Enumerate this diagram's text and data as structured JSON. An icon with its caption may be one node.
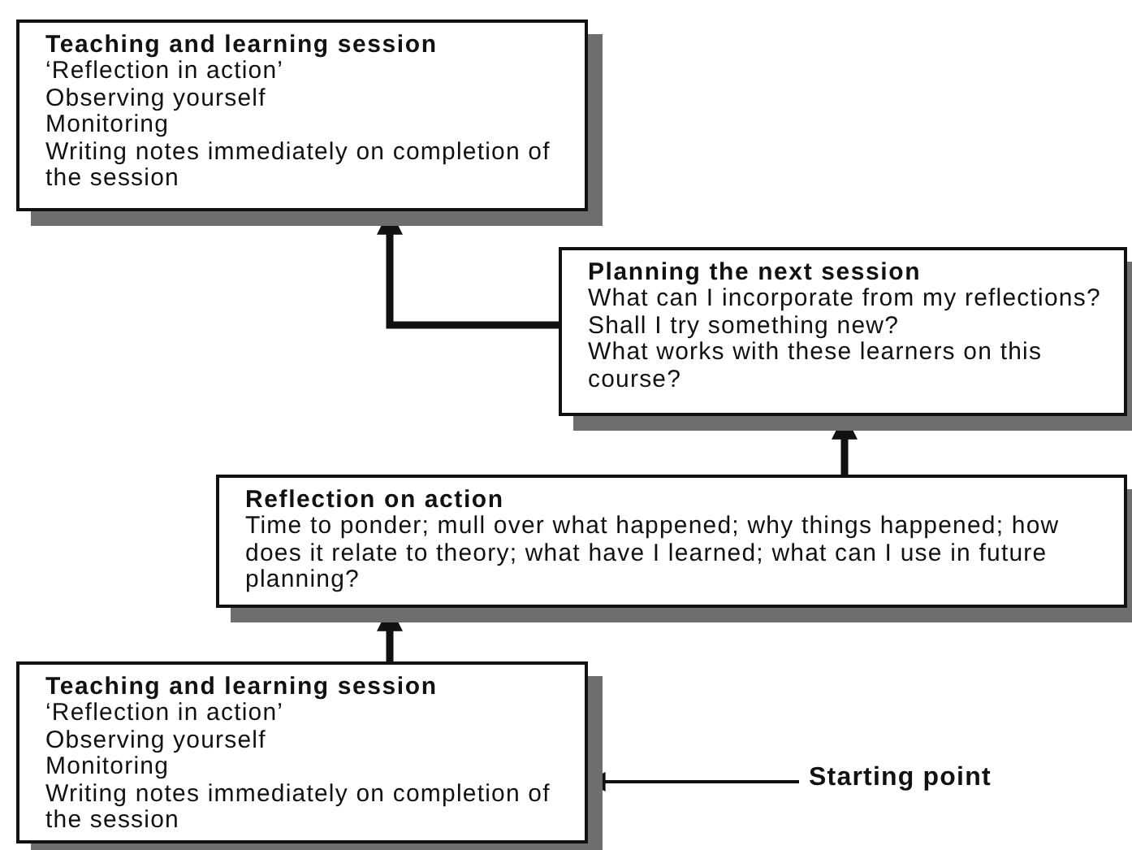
{
  "diagram": {
    "nodes": [
      {
        "text": [
          "Teaching and learning session",
          "‘Reflection in action’",
          "Observing yourself",
          "Monitoring",
          "Writing notes immediately on completion of the session"
        ]
      },
      {
        "text": [
          "Planning the next session",
          "What can I incorporate from my reflections?",
          "Shall I try something new?",
          "What works with these learners on this course?"
        ]
      },
      {
        "text": [
          "Reflection on action",
          "Time to ponder; mull over what happened; why things happened; how does it relate to theory; what have I learned; what can I use in future planning?"
        ]
      },
      {
        "text": [
          "Teaching and learning session",
          "‘Reflection in action’",
          "Observing yourself",
          "Monitoring",
          "Writing notes immediately on completion of the session"
        ]
      },
      {
        "text": [
          "Starting point"
        ]
      }
    ],
    "edges": [
      {
        "from": 3,
        "to": 2,
        "arrow": "to"
      },
      {
        "from": 2,
        "to": 1,
        "arrow": "to"
      },
      {
        "from": 1,
        "to": 0,
        "arrow": "to"
      },
      {
        "from": 4,
        "to": 3,
        "arrow": "to"
      }
    ]
  }
}
